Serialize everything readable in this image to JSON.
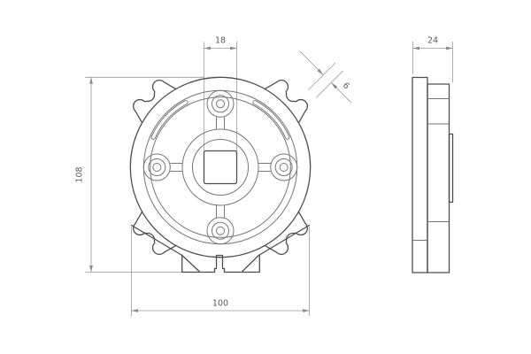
{
  "drawing": {
    "type": "technical-drawing",
    "views": {
      "front": "flange with four spring tabs, square bore, four screw bosses",
      "side": "stepped profile"
    },
    "dimensions": {
      "square_bore": "18",
      "overall_height": "108",
      "tab_span": "100",
      "depth": "24",
      "prong_thickness": "6"
    },
    "colors": {
      "background": "#ffffff",
      "outline": "#4d4d4d",
      "detail": "#767676",
      "dimension_lines": "#9a9a9a",
      "text": "#5a5a5a"
    }
  }
}
